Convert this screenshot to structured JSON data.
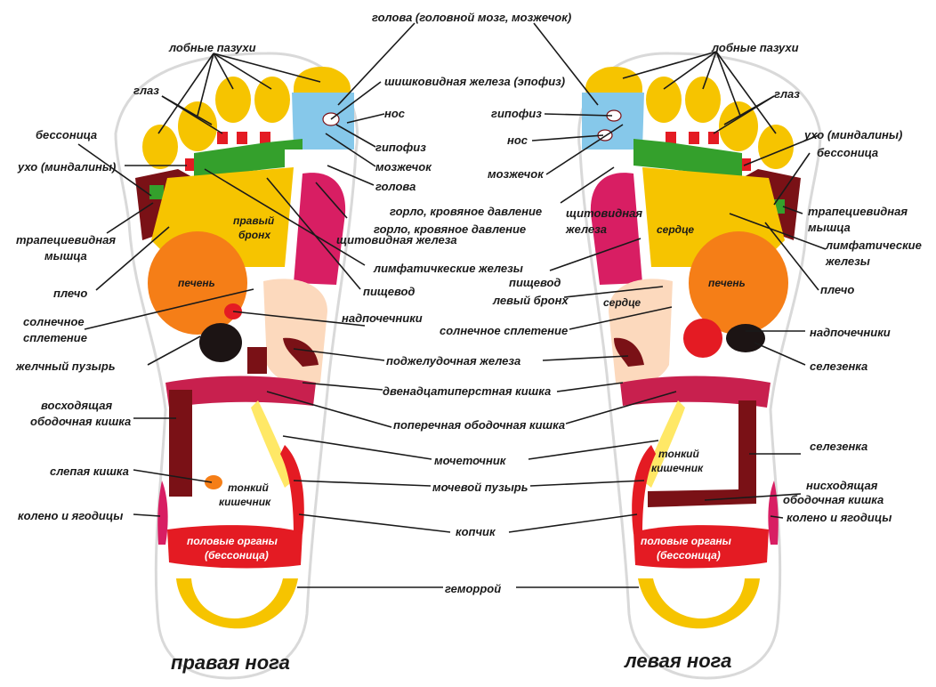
{
  "captions": {
    "right_foot": "правая нога",
    "left_foot": "левая нога"
  },
  "labels": {
    "head_brain": "голова (головной мозг, мозжечок)",
    "frontal_sinuses": "лобные пазухи",
    "eye": "глаз",
    "pineal": "шишковидная железа (эпофиз)",
    "nose": "нос",
    "pituitary": "гипофиз",
    "cerebellum": "мозжечок",
    "head": "голова",
    "insomnia": "бессоница",
    "ear": "ухо (миндалины)",
    "throat": "горло, кровяное давление",
    "thyroid": "щитовидная железа",
    "thyroid_2": "щитовидная",
    "thyroid_2b": "железа",
    "trapezius_1": "трапециевидная",
    "trapezius_2": "мышца",
    "lymph_right": "лимфатичкеские железы",
    "lymph_left_1": "лимфатические",
    "lymph_left_2": "железы",
    "shoulder": "плечо",
    "esophagus": "пищевод",
    "left_bronchus": "левый бронх",
    "solar_1": "солнечное",
    "solar_2": "сплетение",
    "solar_full": "солнечное сплетение",
    "adrenals": "надпочечники",
    "gallbladder": "желчный пузырь",
    "spleen": "селезенка",
    "pancreas": "поджелудочная железа",
    "duodenum": "двенадцатиперстная кишка",
    "asc_colon_1": "восходящая",
    "asc_colon_2": "ободочная кишка",
    "transverse_colon": "поперечная ободочная кишка",
    "ureter": "мочеточник",
    "appendix": "слепая кишка",
    "bladder": "мочевой пузырь",
    "desc_colon_1": "нисходящая",
    "desc_colon_2": "ободочная кишка",
    "knee": "колено и ягодицы",
    "coccyx": "копчик",
    "hemorrhoids": "геморрой",
    "in_right_bronchus_1": "правый",
    "in_right_bronchus_2": "бронх",
    "in_liver": "печень",
    "in_heart": "сердце",
    "in_small_int_1": "тонкий",
    "in_small_int_2": "кишечник",
    "in_genitals_1": "половые органы",
    "in_genitals_2": "(бессоница)"
  },
  "colors": {
    "yellow": "#f6c400",
    "light_yellow": "#ffe866",
    "blue": "#86c8ea",
    "green": "#34a02c",
    "red": "#e41b23",
    "dark_red": "#7a1116",
    "magenta": "#d81e63",
    "pink": "#f3b3c7",
    "orange": "#f57e17",
    "peach": "#fcd9bd",
    "black": "#1c1414",
    "outline": "#d9d9d9"
  }
}
